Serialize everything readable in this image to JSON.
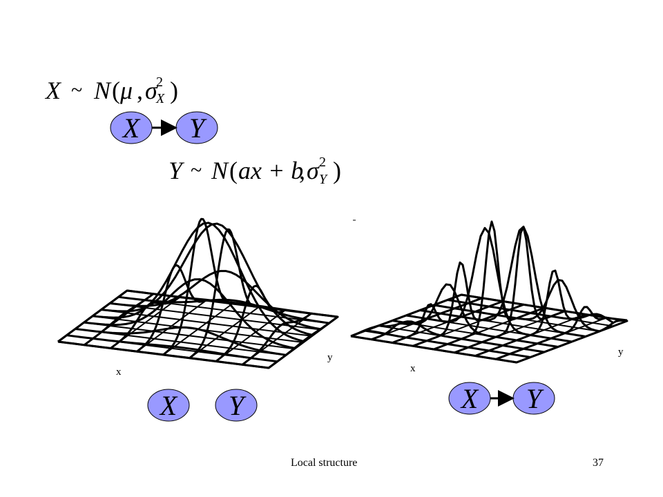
{
  "equations": {
    "x_prior": {
      "lhs": "X",
      "dist": "N",
      "mean": "μ",
      "var_symbol": "σ",
      "var_sub": "X",
      "var_sup": "2"
    },
    "y_conditional": {
      "lhs": "Y",
      "dist": "N",
      "mean": "ax + b",
      "var_symbol": "σ",
      "var_sub": "Y",
      "var_sup": "2"
    }
  },
  "graphs": {
    "top": {
      "nodes": [
        "X",
        "Y"
      ],
      "edge": true
    },
    "bottom_left": {
      "nodes": [
        "X",
        "Y"
      ],
      "edge": false
    },
    "bottom_right": {
      "nodes": [
        "X",
        "Y"
      ],
      "edge": true
    }
  },
  "plots": {
    "independent": {
      "x_axis_label": "x",
      "y_axis_label": "y"
    },
    "dependent": {
      "x_axis_label": "x",
      "y_axis_label": "y"
    }
  },
  "footer": {
    "title": "Local structure",
    "page_number": "37"
  },
  "colors": {
    "node_fill": "#9999ff",
    "node_stroke": "#000000",
    "surface_stroke": "#000000"
  }
}
